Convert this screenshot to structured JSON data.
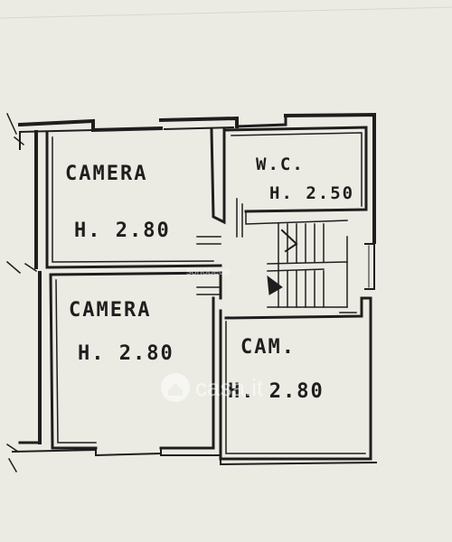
{
  "rooms": [
    {
      "id": "camera-1",
      "name": "CAMERA",
      "height": "H. 2.80"
    },
    {
      "id": "wc",
      "name": "W.C.",
      "height": "H. 2.50"
    },
    {
      "id": "camera-2",
      "name": "CAMERA",
      "height": "H. 2.80"
    },
    {
      "id": "cam",
      "name": "CAM.",
      "height": "H. 2.80"
    }
  ],
  "watermark": {
    "text": "casa.it",
    "subtext": "sonobeco"
  },
  "colors": {
    "paper": "#ecebe3",
    "ink": "#1e1e1e",
    "wall_fill": "#f4f3ee"
  }
}
